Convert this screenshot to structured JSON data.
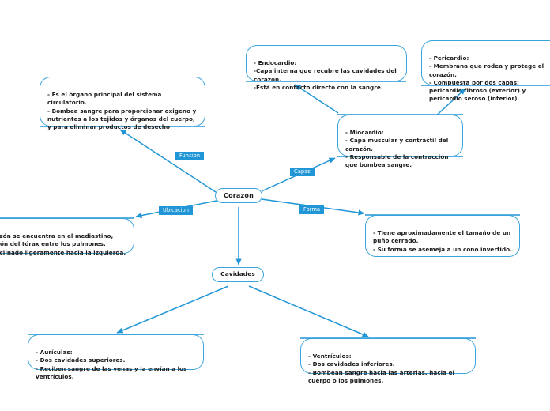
{
  "diagram": {
    "type": "mind-map",
    "title": "Corazon",
    "accent_color": "#2196d6",
    "node_border_color": "#3aa5dd",
    "connector_color": "#2196d6",
    "background_color": "#ffffff",
    "root": {
      "label": "Corazon"
    },
    "branches": [
      {
        "id": "cavidades",
        "label": "Cavidades"
      }
    ],
    "edge_labels": [
      {
        "id": "funcion",
        "label": "Funcion"
      },
      {
        "id": "capas",
        "label": "Capas"
      },
      {
        "id": "ubicacion",
        "label": "Ubicacion"
      },
      {
        "id": "forma",
        "label": "Forma"
      }
    ],
    "leaves": [
      {
        "id": "funcion-detail",
        "text": "  - Es el órgano principal del sistema circulatorio.\n    - Bombea sangre para proporcionar oxigeno y nutrientes a los tejidos y órganos del cuerpo, y para eliminar productos de desecho"
      },
      {
        "id": "endocardio",
        "text": " - Endocardio:\n -Capa interna que recubre las cavidades del corazón.\n-Está en contacto directo con la sangre."
      },
      {
        "id": "pericardio",
        "text": "  - Pericardio:\n   - Membrana que rodea y protege el corazón.\n   - Compuesta por dos capas: pericardio fibroso (exterior) y pericardio seroso (interior)."
      },
      {
        "id": "miocardio",
        "text": " - Miocardio:\n - Capa muscular y contráctil del corazón.\n - Responsable de la contracción que bombea sangre."
      },
      {
        "id": "ubicacion-detail",
        "text": "- El corazón se encuentra en el mediastino, una región del tórax entre los pulmones.\n - Está inclinado ligeramente hacia la izquierda."
      },
      {
        "id": "forma-detail",
        "text": " - Tiene aproximadamente el tamaño de un puño cerrado.\n    - Su forma se asemeja a un cono invertido."
      },
      {
        "id": "auriculas",
        "text": "  - Aurículas:\n    - Dos cavidades superiores.\n - Reciben sangre de las venas y la envían a los ventrículos."
      },
      {
        "id": "ventriculos",
        "text": "  - Ventrículos:\n  - Dos cavidades inferiores.\n   - Bombean sangre hacia las arterias, hacia el cuerpo o los pulmones."
      }
    ]
  }
}
